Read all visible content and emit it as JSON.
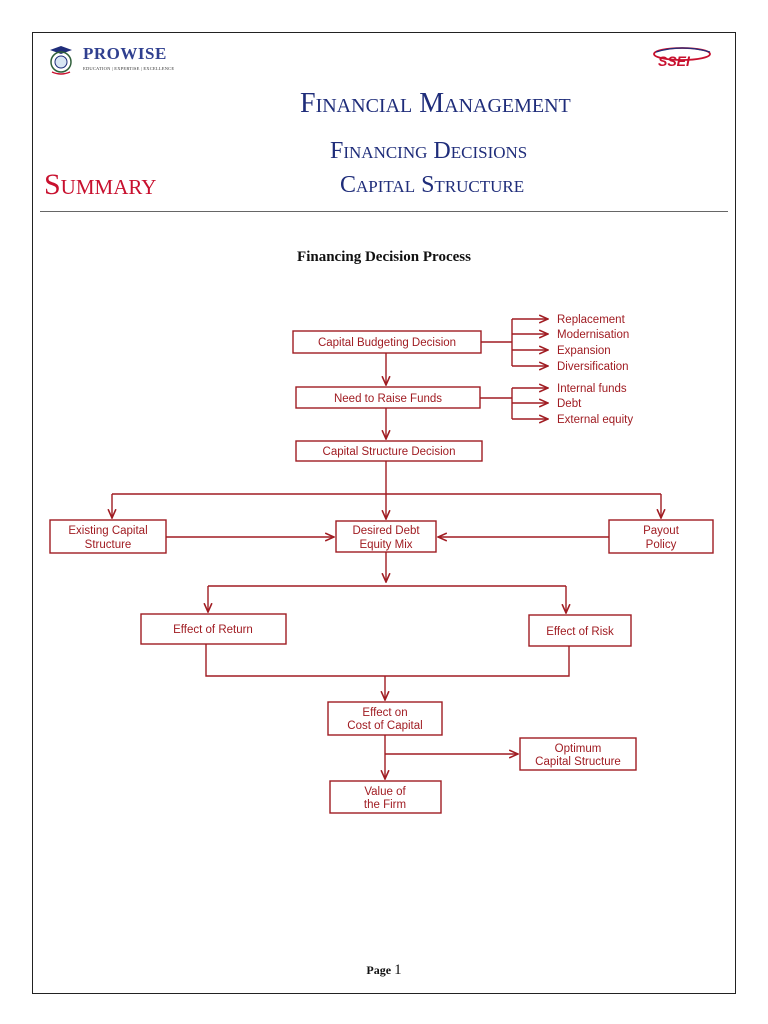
{
  "header": {
    "logo_left": {
      "brand": "PROWISE",
      "tagline": "EDUCATION | EXPERTISE | EXCELLENCE"
    },
    "logo_right": {
      "brand": "SSEI"
    },
    "title": "Financial Management",
    "subtitle_1": "Financing Decisions",
    "subtitle_2": "Capital Structure",
    "summary_label": "Summary"
  },
  "diagram": {
    "title": "Financing Decision Process",
    "nodes": {
      "capital_budgeting": "Capital Budgeting Decision",
      "raise_funds": "Need to Raise Funds",
      "capital_structure": "Capital Structure Decision",
      "existing_1": "Existing Capital",
      "existing_2": "Structure",
      "desired_1": "Desired Debt",
      "desired_2": "Equity Mix",
      "payout_1": "Payout",
      "payout_2": "Policy",
      "effect_return": "Effect of Return",
      "effect_risk": "Effect of Risk",
      "cost_1": "Effect on",
      "cost_2": "Cost of Capital",
      "optimum_1": "Optimum",
      "optimum_2": "Capital Structure",
      "value_1": "Value of",
      "value_2": "the Firm"
    },
    "budgeting_branches": [
      "Replacement",
      "Modernisation",
      "Expansion",
      "Diversification"
    ],
    "funding_branches": [
      "Internal funds",
      "Debt",
      "External equity"
    ],
    "colors": {
      "line": "#a01c22",
      "text": "#a01c22"
    }
  },
  "footer": {
    "page_label": "Page",
    "page_number": "1"
  }
}
